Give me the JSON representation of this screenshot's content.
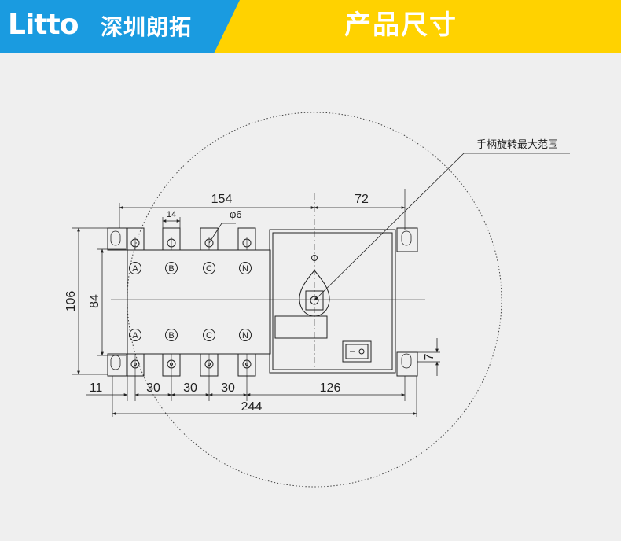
{
  "header": {
    "brand": "Litto",
    "company": "深圳朗拓",
    "section_title": "产品尺寸",
    "colors": {
      "blue": "#1a9be0",
      "yellow": "#ffd200",
      "background": "#efefef"
    }
  },
  "drawing": {
    "dimensions": {
      "overall_width": "244",
      "top_span": "154",
      "right_span": "72",
      "pitch_1": "30",
      "pitch_2": "30",
      "pitch_3": "30",
      "left_offset": "11",
      "right_body": "126",
      "height_outer": "106",
      "height_inner": "84",
      "terminal_width": "14",
      "hole_diameter": "φ6",
      "bracket_height": "7"
    },
    "phases_top": [
      "A",
      "B",
      "C",
      "N"
    ],
    "phases_bottom": [
      "A",
      "B",
      "C",
      "N"
    ],
    "handle_note": "手柄旋转最大范围"
  }
}
